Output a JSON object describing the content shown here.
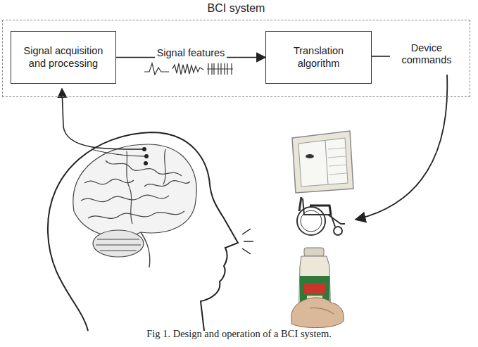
{
  "diagram": {
    "caption": "Fig 1. Design and operation of a BCI system.",
    "nodes": [
      {
        "text": [
          "BCI system"
        ]
      },
      {
        "text": [
          "Signal acquisition and processing"
        ],
        "in": 0
      },
      {
        "text": [
          "Translation algorithm"
        ],
        "in": 0
      }
    ],
    "edges": [
      {
        "from": 1,
        "to": 2,
        "arrow": "to",
        "label": "Signal features"
      }
    ],
    "labels": [
      "Device commands"
    ]
  }
}
